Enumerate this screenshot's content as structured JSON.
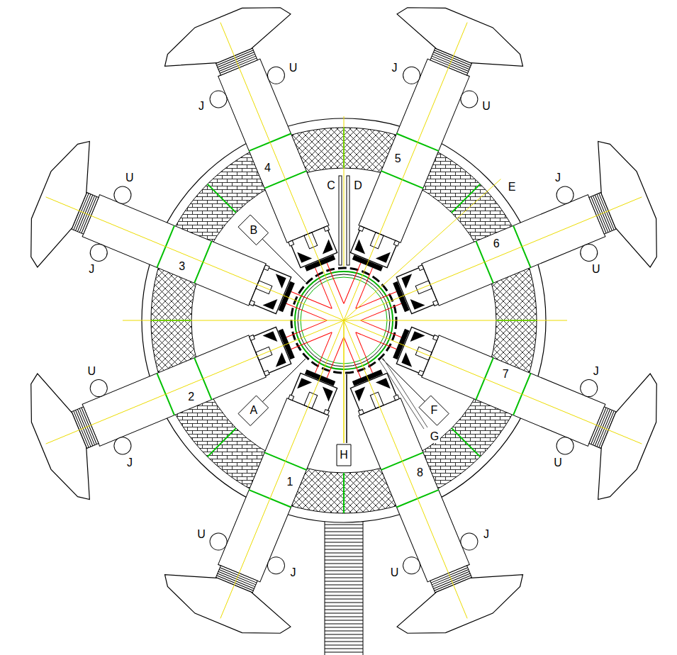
{
  "diagram": {
    "nodes": [
      {
        "text": [
          "B"
        ]
      },
      {
        "text": [
          "A"
        ]
      },
      {
        "text": [
          "F"
        ]
      },
      {
        "text": [
          "H"
        ]
      }
    ],
    "labels": [
      "1",
      "2",
      "3",
      "4",
      "5",
      "6",
      "7",
      "8",
      "U",
      "J",
      "U",
      "J",
      "U",
      "J",
      "U",
      "J",
      "U",
      "J",
      "U",
      "J",
      "U",
      "J",
      "U",
      "J",
      "C",
      "D",
      "E",
      "G"
    ]
  }
}
